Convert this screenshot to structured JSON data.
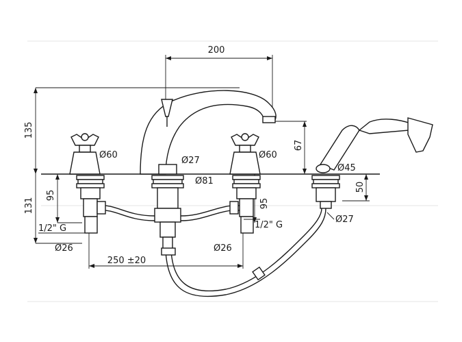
{
  "dimensions": {
    "spout_reach": "200",
    "total_height": "135",
    "spout_height": "67",
    "handle_diameter_left": "Ø60",
    "handle_diameter_right": "Ø60",
    "spout_base_diameter": "Ø27",
    "body_flange_diameter": "Ø81",
    "shower_holder_diameter": "Ø45",
    "shower_holder_height": "50",
    "shower_shank_diameter": "Ø27",
    "below_deck_height": "131",
    "valve_depth_left": "95",
    "valve_depth_right": "95",
    "connection_left": "1/2\" G",
    "connection_right": "1/2\" G",
    "shank_diameter_left": "Ø26",
    "shank_diameter_right": "Ø26",
    "centres": "250 ±20"
  },
  "colors": {
    "line": "#1a1a1a",
    "background": "#ffffff"
  }
}
